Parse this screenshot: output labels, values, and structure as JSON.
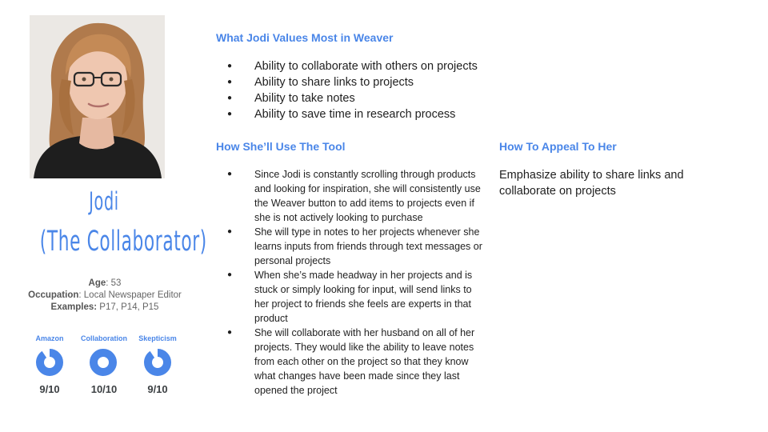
{
  "persona": {
    "name": "Jodi",
    "tagline": "(The Collaborator)",
    "age_label": "Age",
    "age": ": 53",
    "occupation_label": "Occupation",
    "occupation": ": Local Newspaper Editor",
    "examples_label": "Examples:",
    "examples": " P17, P14, P15"
  },
  "metrics": [
    {
      "label": "Amazon",
      "value": "9/10",
      "fraction": 0.9
    },
    {
      "label": "Collaboration",
      "value": "10/10",
      "fraction": 1.0
    },
    {
      "label": "Skepticism",
      "value": "9/10",
      "fraction": 0.9
    }
  ],
  "values_section": {
    "heading": "What Jodi Values Most in Weaver",
    "items": [
      "Ability to collaborate with others on projects",
      "Ability to share links to projects",
      "Ability to take notes",
      "Ability to save time in research process"
    ]
  },
  "usage_section": {
    "heading": "How She’ll Use The Tool",
    "items": [
      "Since Jodi is constantly scrolling through products and looking for inspiration, she will consistently use the Weaver button to add items to projects even if she is not actively looking to purchase",
      "She will type in notes to her projects whenever she learns inputs from friends through text messages or personal projects",
      "When she’s made headway in her projects and is stuck or simply looking for input, will send links to her project to friends she feels are experts in that product",
      "She will collaborate with her husband on all of her projects. They would like the ability to leave notes from each other on the project so that they know what changes have been made since they last opened the project"
    ]
  },
  "appeal_section": {
    "heading": "How To Appeal To Her",
    "text": "Emphasize ability to share links and collaborate on projects"
  },
  "colors": {
    "accent": "#4a86e8",
    "donut_track": "#ffffff"
  }
}
